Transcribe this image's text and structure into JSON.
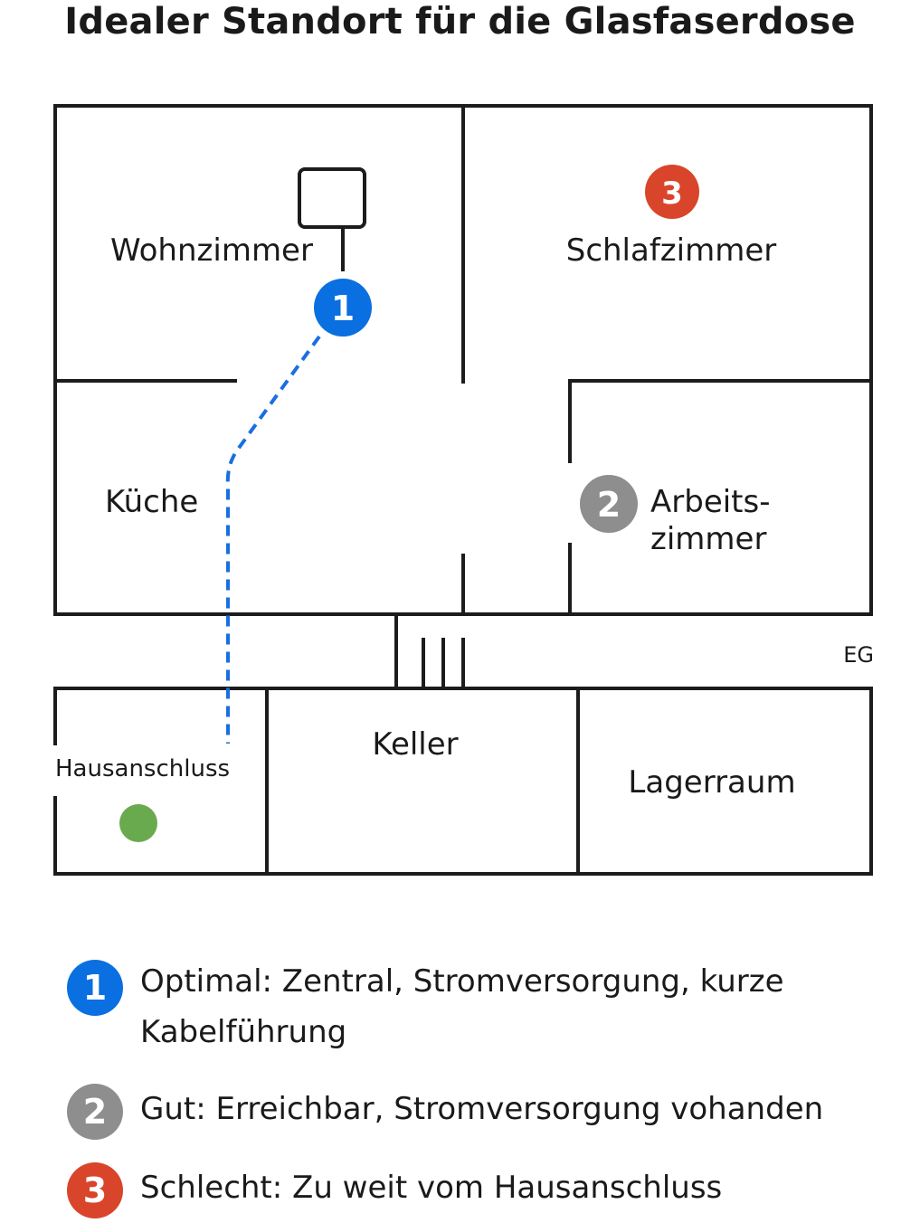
{
  "title": "Idealer Standort für die Glasfaserdose",
  "colors": {
    "optimal": "#0a6fe0",
    "good": "#8e8e8e",
    "bad": "#d9452b",
    "hausanschluss_dot": "#6aaa4f",
    "wall": "#1c1c1c",
    "cable": "#1a6ee0"
  },
  "rooms": {
    "wohnzimmer": "Wohnzimmer",
    "schlafzimmer": "Schlafzimmer",
    "kueche": "Küche",
    "arbeitszimmer_line1": "Arbeits-",
    "arbeitszimmer_line2": "zimmer",
    "keller": "Keller",
    "lagerraum": "Lagerraum",
    "hausanschluss": "Hausanschluss",
    "floor_label": "EG"
  },
  "markers": {
    "optimal": "1",
    "good": "2",
    "bad": "3"
  },
  "legend": [
    {
      "number": "1",
      "text": "Optimal: Zentral, Stromversorgung, kurze Kabelführung",
      "level": "optimal"
    },
    {
      "number": "2",
      "text": "Gut: Erreichbar, Stromversorgung vohanden",
      "level": "good"
    },
    {
      "number": "3",
      "text": "Schlecht: Zu weit vom Hausanschluss",
      "level": "bad"
    }
  ]
}
